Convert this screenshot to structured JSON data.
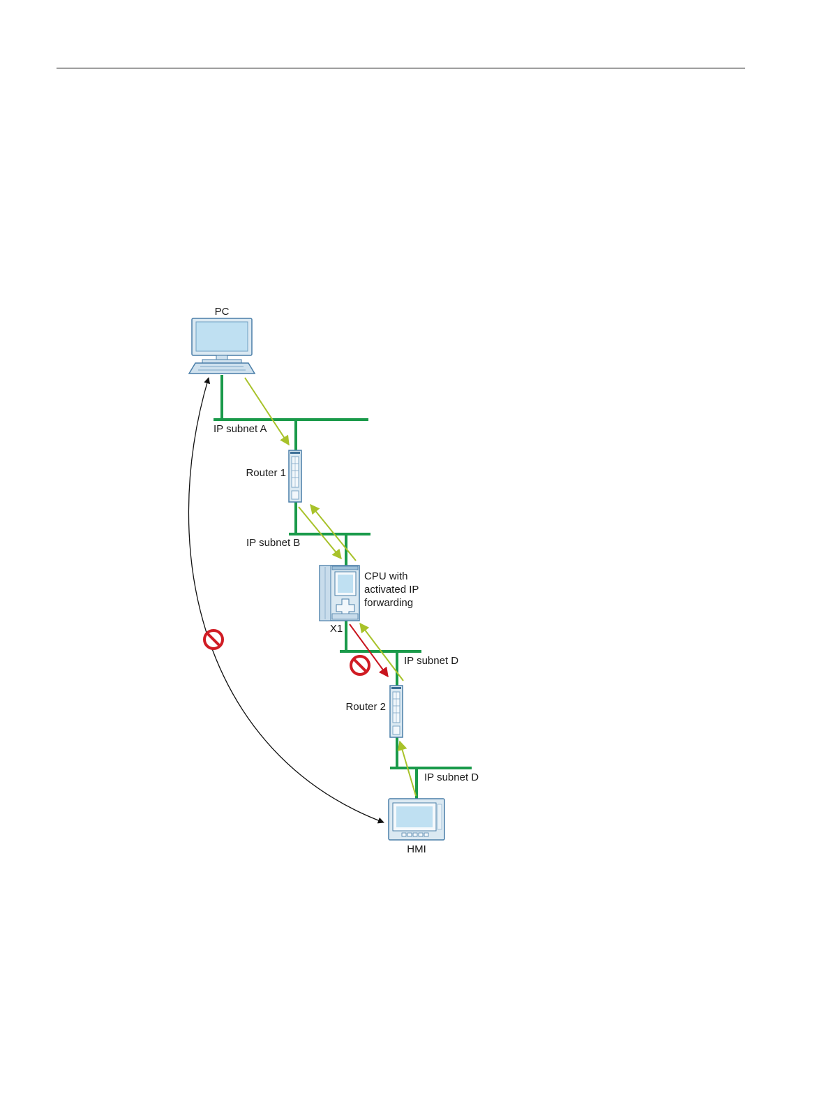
{
  "diagram": {
    "labels": {
      "pc": "PC",
      "subnet_a": "IP subnet A",
      "router1": "Router 1",
      "subnet_b": "IP subnet B",
      "cpu_line1": "CPU with",
      "cpu_line2": "activated IP",
      "cpu_line3": "forwarding",
      "port_x1": "X1",
      "subnet_d_upper": "IP subnet D",
      "router2": "Router 2",
      "subnet_d_lower": "IP subnet D",
      "hmi": "HMI"
    },
    "colors": {
      "network_line": "#1a9a4a",
      "permitted_arrow": "#a8c22a",
      "blocked_arrow": "#c8141e",
      "prohibited_sign": "#d01c24",
      "device_fill": "#dbe9f2",
      "device_stroke": "#4a7ea8",
      "screen_fill": "#bfe0f2"
    },
    "icons": {
      "pc": "pc-icon",
      "router": "router-icon",
      "cpu": "cpu-icon",
      "hmi": "hmi-panel-icon",
      "blocked": "prohibited-icon"
    }
  }
}
